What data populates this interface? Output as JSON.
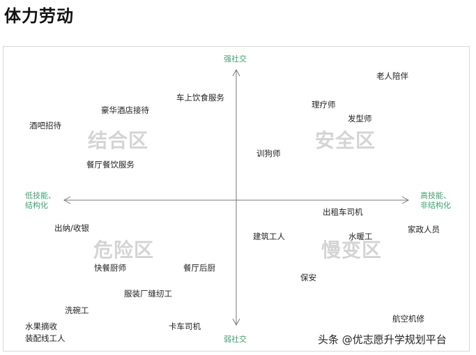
{
  "title": "体力劳动",
  "axes": {
    "top": "强社交",
    "bottom": "弱社交",
    "left_line1": "低技能、",
    "left_line2": "结构化",
    "right_line1": "高技能、",
    "right_line2": "非结构化"
  },
  "zones": {
    "top_left": "结合区",
    "top_right": "安全区",
    "bottom_left": "危险区",
    "bottom_right": "慢变区"
  },
  "jobs": {
    "elderly_companion": "老人陪伴",
    "in_vehicle_food_service": "车上饮食服务",
    "physiotherapist": "理疗师",
    "luxury_hotel_reception": "豪华酒店接待",
    "hairdresser": "发型师",
    "bar_host": "酒吧招待",
    "dog_trainer": "训狗师",
    "restaurant_service": "餐厅餐饮服务",
    "taxi_driver": "出租车司机",
    "cashier": "出纳/收银",
    "construction_worker": "建筑工人",
    "plumber": "水暖工",
    "housekeeper": "家政人员",
    "fast_food_cook": "快餐厨师",
    "restaurant_kitchen": "餐厅后厨",
    "security_guard": "保安",
    "garment_sewer": "服装厂缝纫工",
    "dishwasher": "洗碗工",
    "aircraft_mechanic": "航空机修",
    "fruit_picker": "水果摘收",
    "truck_driver": "卡车司机",
    "assembly_worker": "装配线工人"
  },
  "watermark": "头条 @优志愿升学规划平台",
  "colors": {
    "axis_label": "#3fa06f",
    "axis_line": "#777777",
    "zone_text": "#d4d4d4"
  }
}
